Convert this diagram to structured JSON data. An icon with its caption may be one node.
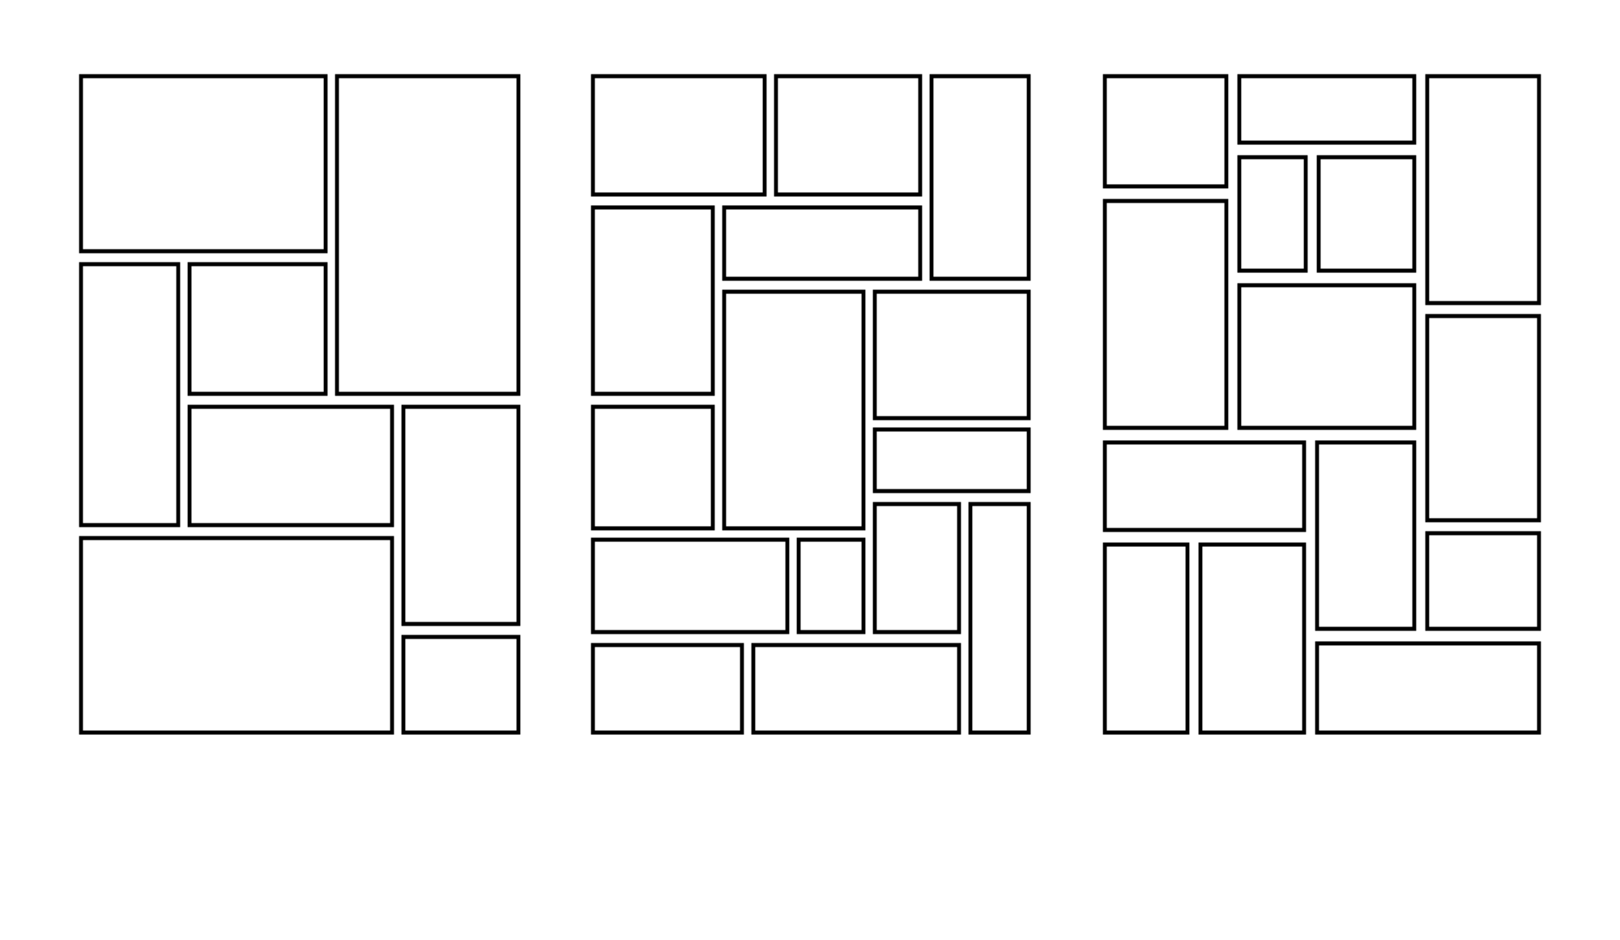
{
  "diagram": {
    "nodes": [
      {
        "text": [],
        "shape": "box"
      },
      {
        "text": [],
        "shape": "box"
      },
      {
        "text": [],
        "shape": "box"
      },
      {
        "text": [],
        "shape": "box"
      },
      {
        "text": [],
        "shape": "box"
      },
      {
        "text": [],
        "shape": "box"
      },
      {
        "text": [],
        "shape": "box"
      },
      {
        "text": [],
        "shape": "box"
      },
      {
        "text": [],
        "shape": "box"
      },
      {
        "text": [],
        "shape": "box"
      },
      {
        "text": [],
        "shape": "box"
      },
      {
        "text": [],
        "shape": "box"
      },
      {
        "text": [],
        "shape": "box"
      },
      {
        "text": [],
        "shape": "box"
      },
      {
        "text": [],
        "shape": "box"
      },
      {
        "text": [],
        "shape": "box"
      },
      {
        "text": [],
        "shape": "box"
      },
      {
        "text": [],
        "shape": "box"
      },
      {
        "text": [],
        "shape": "box"
      },
      {
        "text": [],
        "shape": "box"
      },
      {
        "text": [],
        "shape": "box"
      },
      {
        "text": [],
        "shape": "box"
      },
      {
        "text": [],
        "shape": "box"
      },
      {
        "text": [],
        "shape": "box"
      },
      {
        "text": [],
        "shape": "box"
      },
      {
        "text": [],
        "shape": "box"
      },
      {
        "text": [],
        "shape": "box"
      },
      {
        "text": [],
        "shape": "box"
      },
      {
        "text": [],
        "shape": "box"
      },
      {
        "text": [],
        "shape": "box"
      },
      {
        "text": [],
        "shape": "box"
      },
      {
        "text": [],
        "shape": "box"
      },
      {
        "text": [],
        "shape": "box"
      },
      {
        "text": [],
        "shape": "box"
      },
      {
        "text": [],
        "shape": "box"
      },
      {
        "text": [],
        "shape": "box"
      },
      {
        "text": [],
        "shape": "box"
      }
    ]
  }
}
